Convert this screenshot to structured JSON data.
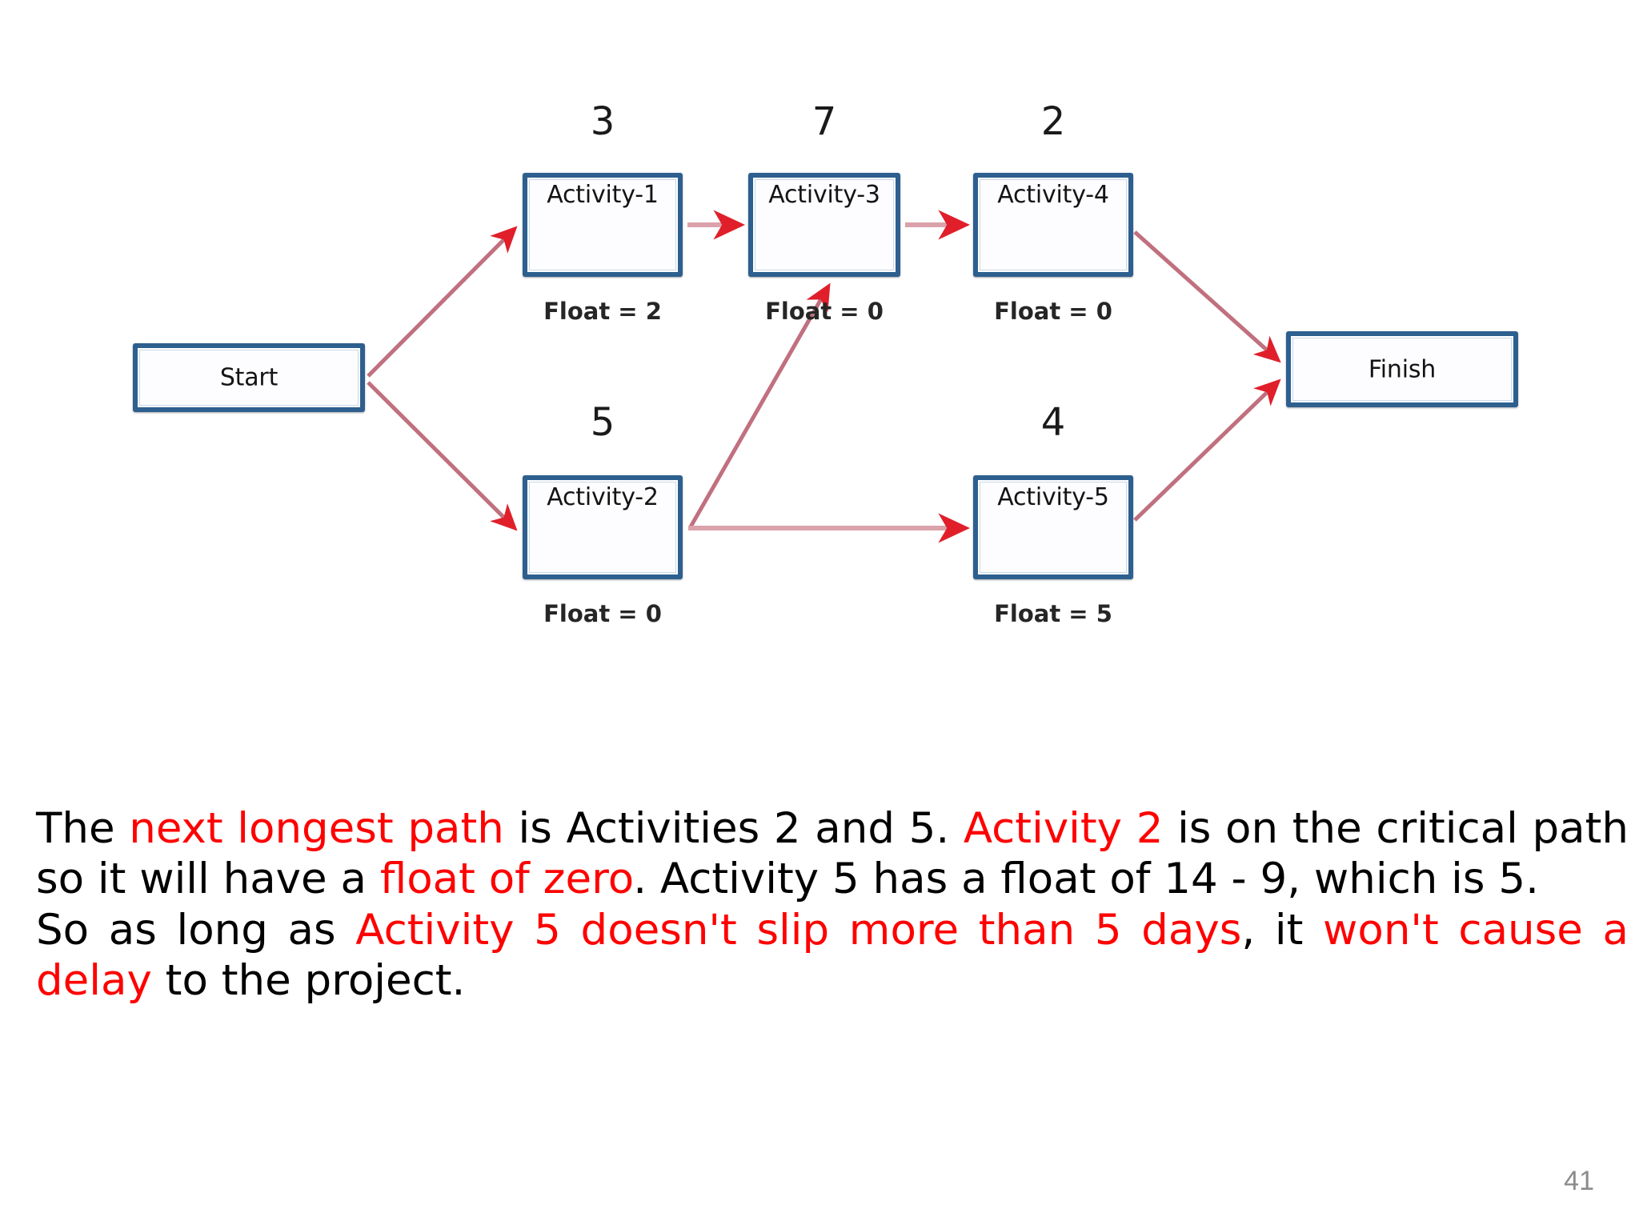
{
  "slide": {
    "page_number": "41",
    "accent_color": "#ff0000",
    "node_border_color": "#2d5f8f",
    "arrow_color": "#c06a78",
    "arrowhead_color": "#e01f2a"
  },
  "diagram": {
    "type": "network-diagram",
    "nodes": [
      {
        "id": "start",
        "label": "Start",
        "duration": null,
        "float": null
      },
      {
        "id": "act1",
        "label": "Activity-1",
        "duration": "3",
        "float": "Float = 2"
      },
      {
        "id": "act3",
        "label": "Activity-3",
        "duration": "7",
        "float": "Float = 0"
      },
      {
        "id": "act4",
        "label": "Activity-4",
        "duration": "2",
        "float": "Float = 0"
      },
      {
        "id": "act2",
        "label": "Activity-2",
        "duration": "5",
        "float": "Float = 0"
      },
      {
        "id": "act5",
        "label": "Activity-5",
        "duration": "4",
        "float": "Float = 5"
      },
      {
        "id": "finish",
        "label": "Finish",
        "duration": null,
        "float": null
      }
    ],
    "edges": [
      {
        "from": "start",
        "to": "act1"
      },
      {
        "from": "start",
        "to": "act2"
      },
      {
        "from": "act1",
        "to": "act3"
      },
      {
        "from": "act2",
        "to": "act3"
      },
      {
        "from": "act3",
        "to": "act4"
      },
      {
        "from": "act2",
        "to": "act5"
      },
      {
        "from": "act4",
        "to": "finish"
      },
      {
        "from": "act5",
        "to": "finish"
      }
    ]
  },
  "body": {
    "para1": {
      "t1": "The ",
      "h1": "next longest path",
      "t2": " is Activities 2 and 5. ",
      "h2": "Activity 2",
      "t3": " is on the critical path so it will have a ",
      "h3": "float of zero",
      "t4": ". Activity 5 has a float of 14 - 9, which is 5."
    },
    "para2": {
      "t1": "So as long as ",
      "h1": "Activity 5 doesn't slip more than 5 days",
      "t2": ", it ",
      "h2": "won't cause a delay",
      "t3": " to the project."
    }
  }
}
